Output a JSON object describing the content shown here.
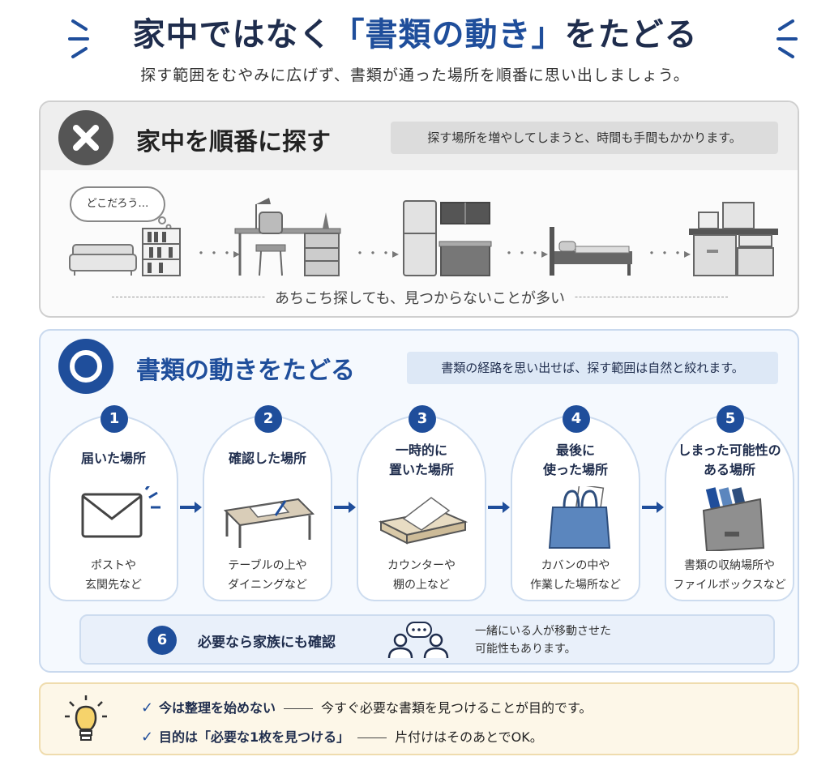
{
  "header": {
    "title_pre": "家中ではなく",
    "title_hl": "「書類の動き」",
    "title_post": "をたどる",
    "subtitle": "探す範囲をむやみに広げず、書類が通った場所を順番に思い出しましょう。"
  },
  "bad": {
    "title": "家中を順番に探す",
    "note": "探す場所を増やしてしまうと、時間も手間もかかります。",
    "thought": "どこだろう…",
    "footer": "あちこち探しても、見つからないことが多い"
  },
  "good": {
    "title": "書類の動きをたどる",
    "note": "書類の経路を思い出せば、探す範囲は自然と絞れます。",
    "steps": [
      {
        "num": "1",
        "title": "届いた場所",
        "desc": "ポストや\n玄関先など"
      },
      {
        "num": "2",
        "title": "確認した場所",
        "desc": "テーブルの上や\nダイニングなど"
      },
      {
        "num": "3",
        "title": "一時的に\n置いた場所",
        "desc": "カウンターや\n棚の上など"
      },
      {
        "num": "4",
        "title": "最後に\n使った場所",
        "desc": "カバンの中や\n作業した場所など"
      },
      {
        "num": "5",
        "title": "しまった可能性の\nある場所",
        "desc": "書類の収納場所や\nファイルボックスなど"
      }
    ],
    "step6": {
      "num": "6",
      "title": "必要なら家族にも確認",
      "desc": "一緒にいる人が移動させた\n可能性もあります。"
    }
  },
  "tips": [
    {
      "label": "今は整理を始めない",
      "text": "今すぐ必要な書類を見つけることが目的です。"
    },
    {
      "label": "目的は「必要な1枚を見つける」",
      "text": "片付けはそのあとでOK。"
    }
  ],
  "colors": {
    "navy": "#1f4e9b",
    "dark": "#1f2d4d",
    "gray": "#555555",
    "tip_bg": "#fdf7e8"
  }
}
